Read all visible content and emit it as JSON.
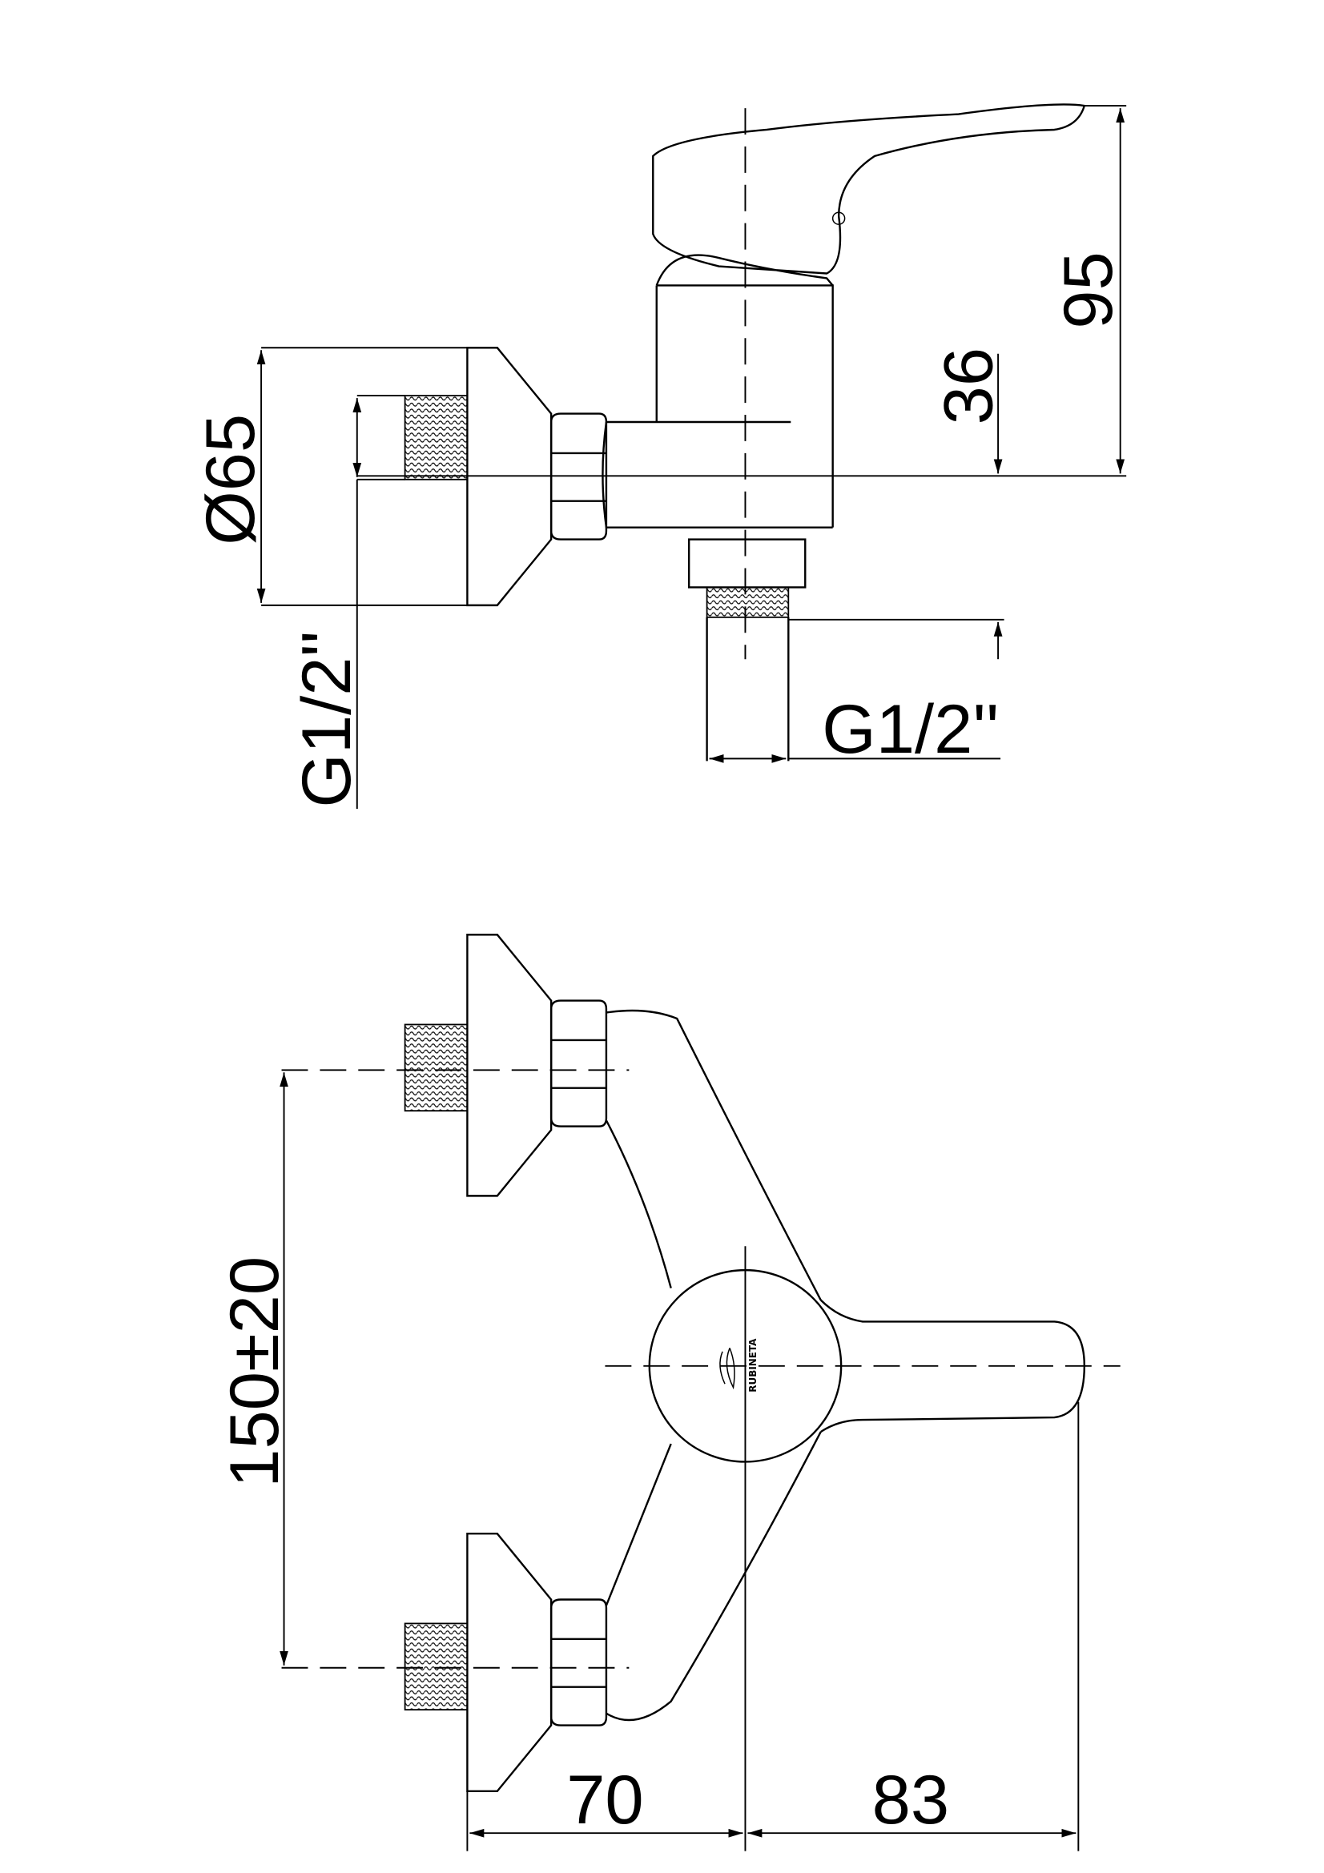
{
  "title": "Single-lever shower mixer technical drawing",
  "dimensions": {
    "diameter": "Ø65",
    "height_total": "95",
    "outlet_offset": "36",
    "inlet_thread": "G1/2''",
    "outlet_thread": "G1/2''",
    "inlet_spacing": "150±20",
    "wall_to_center": "70",
    "center_to_handle": "83"
  },
  "logo": {
    "brand": "RUBINETA"
  }
}
